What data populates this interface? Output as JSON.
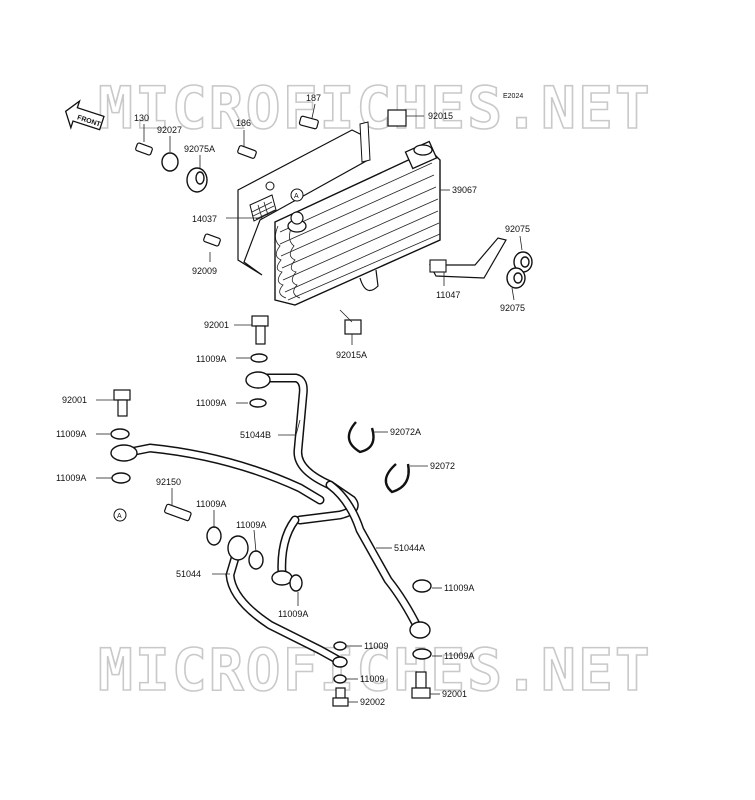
{
  "diagram": {
    "code": "E2024",
    "watermark_top": "MICROFICHES.NET",
    "watermark_bottom": "MICROFICHES.NET",
    "front_arrow_label": "FRONT",
    "ref_marker": "A",
    "labels": {
      "l130": "130",
      "l92027": "92027",
      "l186": "186",
      "l187": "187",
      "l92015": "92015",
      "l92075A": "92075A",
      "l39067": "39067",
      "l14037": "14037",
      "l92009": "92009",
      "l92075_top": "92075",
      "l92075_bot": "92075",
      "l11047": "11047",
      "l92001_top": "92001",
      "l92015A": "92015A",
      "l11009A_1": "11009A",
      "l11009A_2": "11009A",
      "l92001_left": "92001",
      "l11009A_3": "11009A",
      "l51044B": "51044B",
      "l92072A": "92072A",
      "l11009A_4": "11009A",
      "l92072": "92072",
      "l92150": "92150",
      "l11009A_5": "11009A",
      "l11009A_6": "11009A",
      "l51044A": "51044A",
      "l51044": "51044",
      "l11009A_7": "11009A",
      "l11009A_8": "11009A",
      "l11009_1": "11009",
      "l11009A_9": "11009A",
      "l11009_2": "11009",
      "l92001_bot": "92001",
      "l92002": "92002"
    }
  }
}
